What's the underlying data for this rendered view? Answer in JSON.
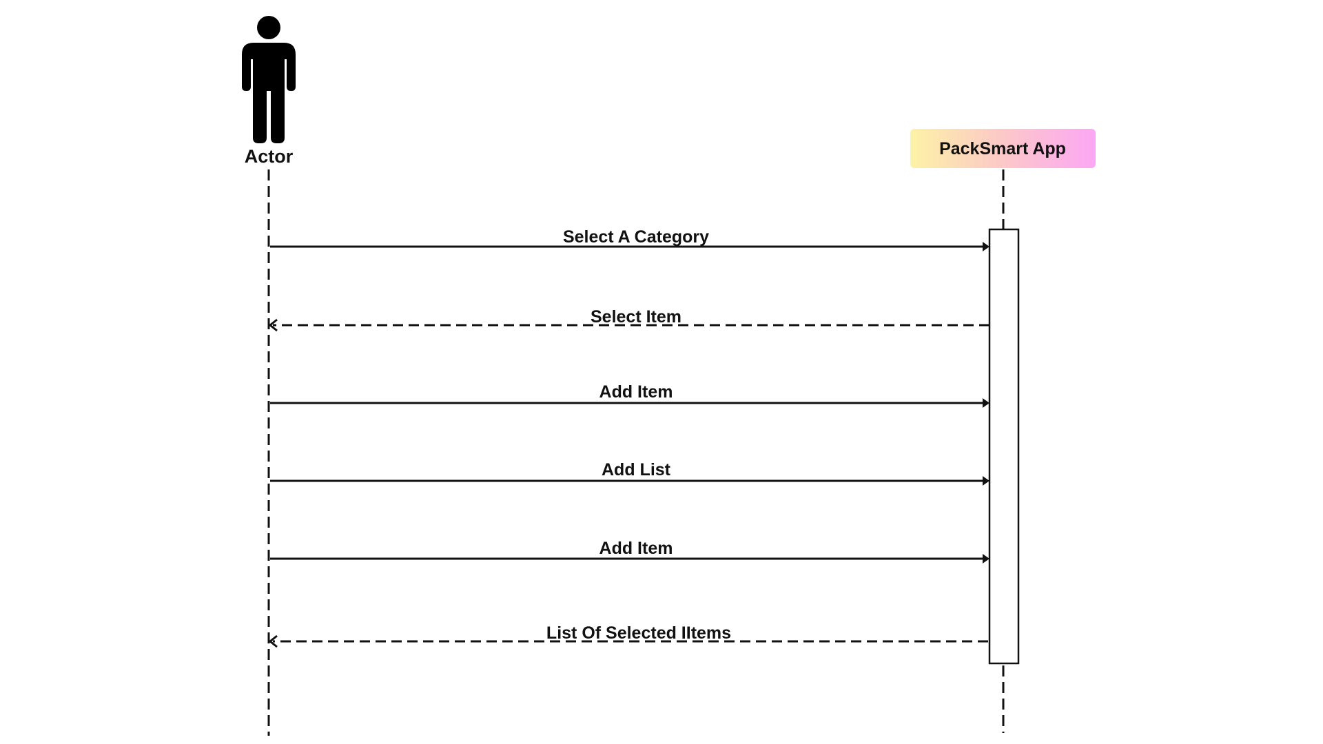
{
  "actor": {
    "label": "Actor",
    "icon": "person-icon"
  },
  "participant": {
    "label": "PackSmart App",
    "gradient": [
      "#fdf2a6",
      "#fcc8c8",
      "#fca7f5"
    ]
  },
  "messages": [
    {
      "label": "Select A Category",
      "direction": "to-app",
      "style": "solid"
    },
    {
      "label": "Select Item",
      "direction": "to-actor",
      "style": "dashed"
    },
    {
      "label": "Add Item",
      "direction": "to-app",
      "style": "solid"
    },
    {
      "label": "Add List",
      "direction": "to-app",
      "style": "solid"
    },
    {
      "label": "Add Item",
      "direction": "to-app",
      "style": "solid"
    },
    {
      "label": "List Of Selected IItems",
      "direction": "to-actor",
      "style": "dashed"
    }
  ],
  "colors": {
    "line": "#111111",
    "background": "#ffffff"
  }
}
